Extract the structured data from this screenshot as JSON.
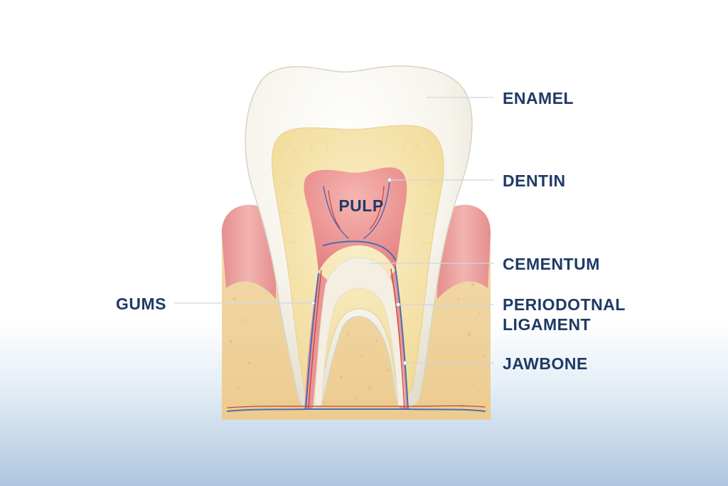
{
  "labels": {
    "enamel": "ENAMEL",
    "dentin": "DENTIN",
    "pulp": "PULP",
    "cementum": "CEMENTUM",
    "periodontal_line1": "PERIODOTNAL",
    "periodontal_line2": "LIGAMENT",
    "jawbone": "JAWBONE",
    "gums": "GUMS"
  },
  "colors": {
    "label_text": "#1f3a66",
    "enamel": "#f5f3ea",
    "dentin": "#f5e3a8",
    "pulp": "#e98a8a",
    "gums": "#eba0a0",
    "jawbone": "#f0d5a0",
    "vein": "#4a6fb0",
    "artery": "#c9423c"
  }
}
